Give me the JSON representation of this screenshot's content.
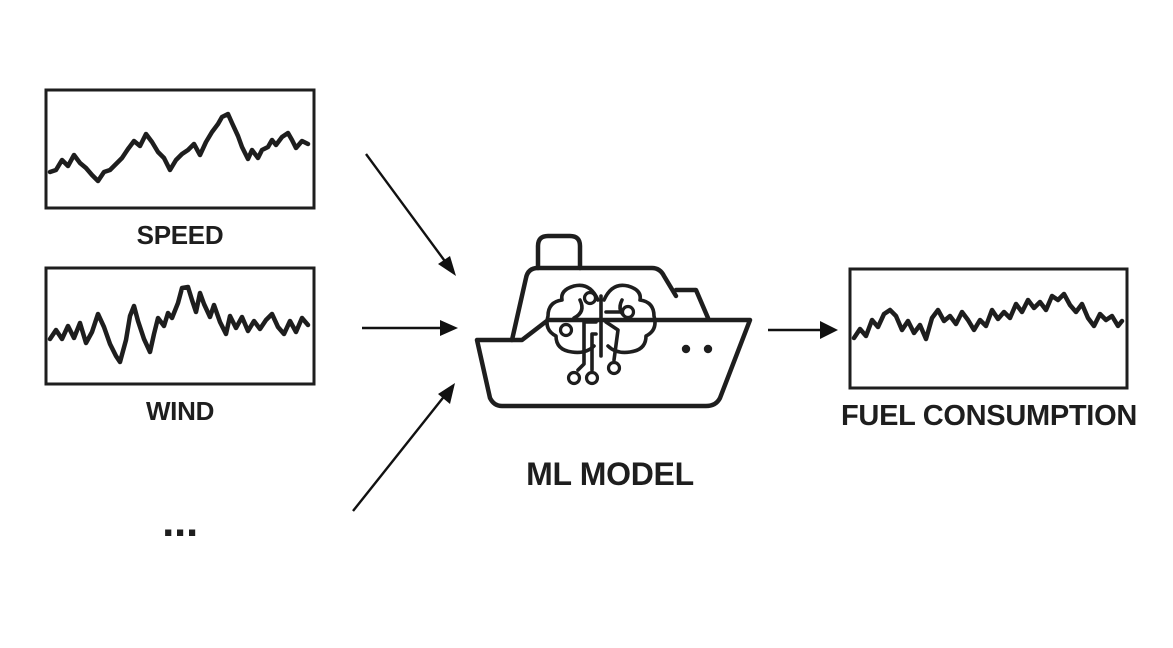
{
  "inputs": [
    {
      "label": "SPEED"
    },
    {
      "label": "WIND"
    }
  ],
  "more_inputs_label": "...",
  "model": {
    "label": "ML MODEL",
    "icon": "ship-with-brain-circuit-icon"
  },
  "output": {
    "label": "FUEL CONSUMPTION"
  },
  "colors": {
    "ink": "#1e1e1e",
    "background": "#ffffff"
  }
}
